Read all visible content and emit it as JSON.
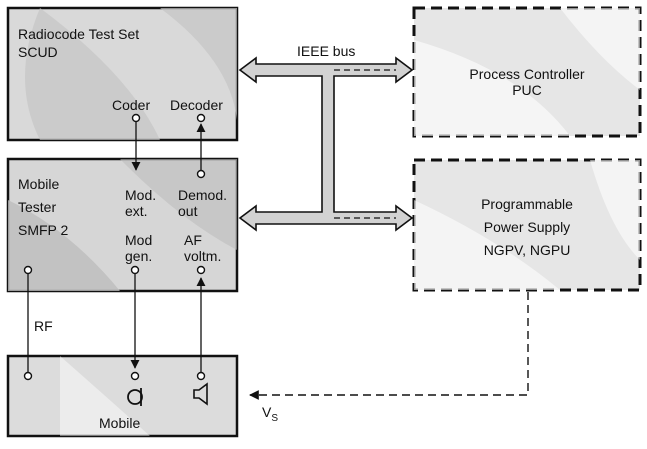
{
  "colors": {
    "line": "#111111",
    "box_fill": "#d9d9d9",
    "box_fill_dark": "#bdbdbd",
    "bus_fill": "#d2d2d2",
    "background": "#ffffff"
  },
  "blocks": {
    "radiocode": {
      "title_line1": "Radiocode Test Set",
      "title_line2": "SCUD",
      "port_coder": "Coder",
      "port_decoder": "Decoder"
    },
    "mobile_tester": {
      "title_line1": "Mobile",
      "title_line2": "Tester",
      "title_line3": "SMFP 2",
      "mod_ext_line1": "Mod.",
      "mod_ext_line2": "ext.",
      "demod_line1": "Demod.",
      "demod_line2": "out",
      "mod_gen_line1": "Mod",
      "mod_gen_line2": "gen.",
      "af_line1": "AF",
      "af_line2": "voltm."
    },
    "process_controller": {
      "line1": "Process Controller",
      "line2": "PUC"
    },
    "power_supply": {
      "line1": "Programmable",
      "line2": "Power Supply",
      "line3": "NGPV, NGPU"
    },
    "mobile": {
      "label": "Mobile"
    }
  },
  "connections": {
    "bus_label": "IEEE bus",
    "rf_label": "RF",
    "vs_main": "V",
    "vs_sub": "S"
  },
  "icons": [
    "microphone-icon",
    "loudspeaker-icon"
  ]
}
